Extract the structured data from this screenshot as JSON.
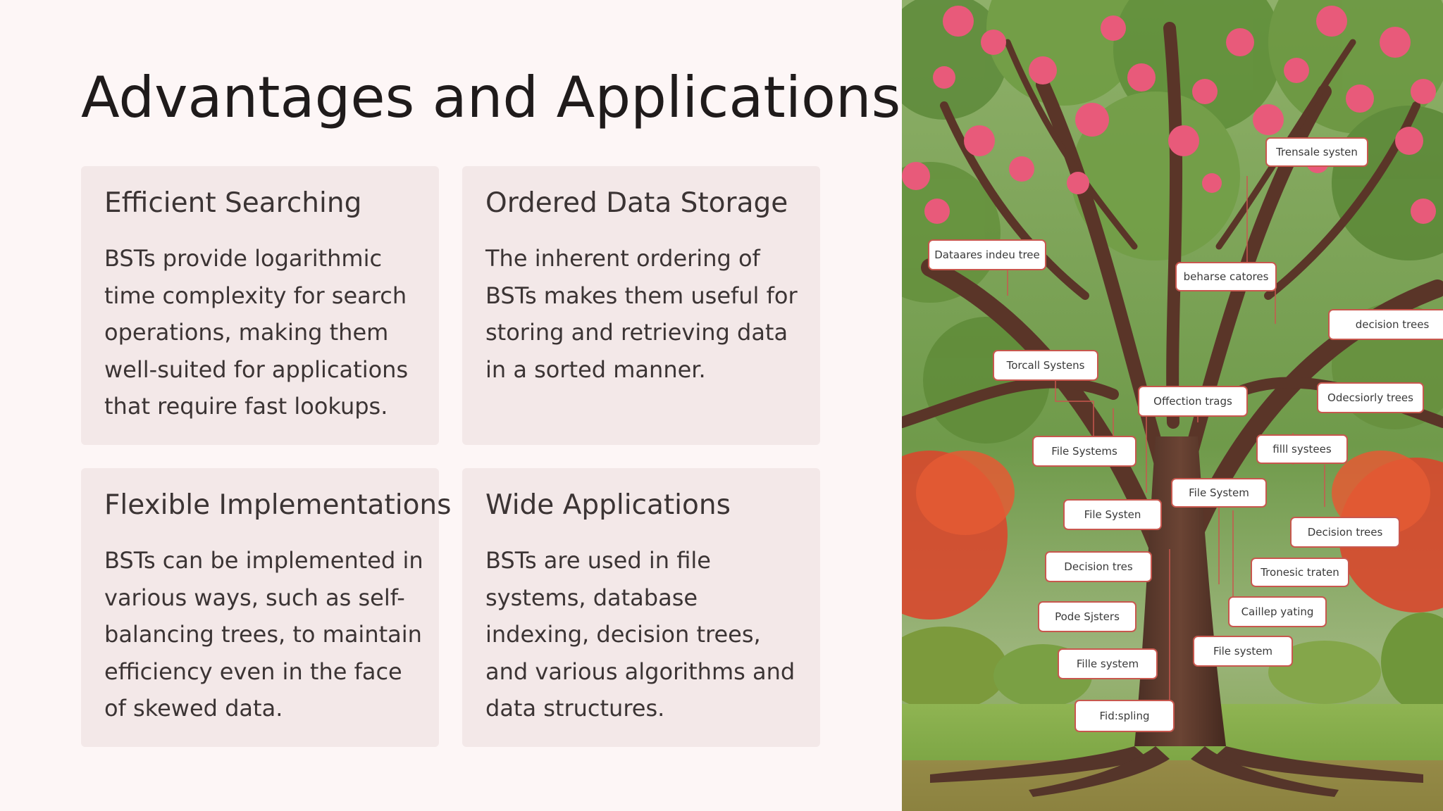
{
  "title": "Advantages and Applications",
  "cards": [
    {
      "heading": "Efficient Searching",
      "body": "BSTs provide logarithmic time complexity for search operations, making them well-suited for applications that require fast lookups."
    },
    {
      "heading": "Ordered Data Storage",
      "body": "The inherent ordering of BSTs makes them useful for storing and retrieving data in a sorted manner."
    },
    {
      "heading": "Flexible Implementations",
      "body": "BSTs can be implemented in various ways, such as self-balancing trees, to maintain efficiency even in the face of skewed data."
    },
    {
      "heading": "Wide Applications",
      "body": "BSTs are used in file systems, database indexing, decision trees, and various algorithms and data structures."
    }
  ],
  "illustration": {
    "tags": [
      "Trensale systen",
      "Dataares indeu tree",
      "beharse catores",
      "decision trees",
      "Torcall Systens",
      "Offection trags",
      "Odecsiorly trees",
      "File Systems",
      "filll systees",
      "File System",
      "File Systen",
      "Decision trees",
      "Decision tres",
      "Tronesic traten",
      "Pode Sjsters",
      "Caillep yating",
      "File system",
      "Fille system",
      "Fid:spling"
    ]
  }
}
